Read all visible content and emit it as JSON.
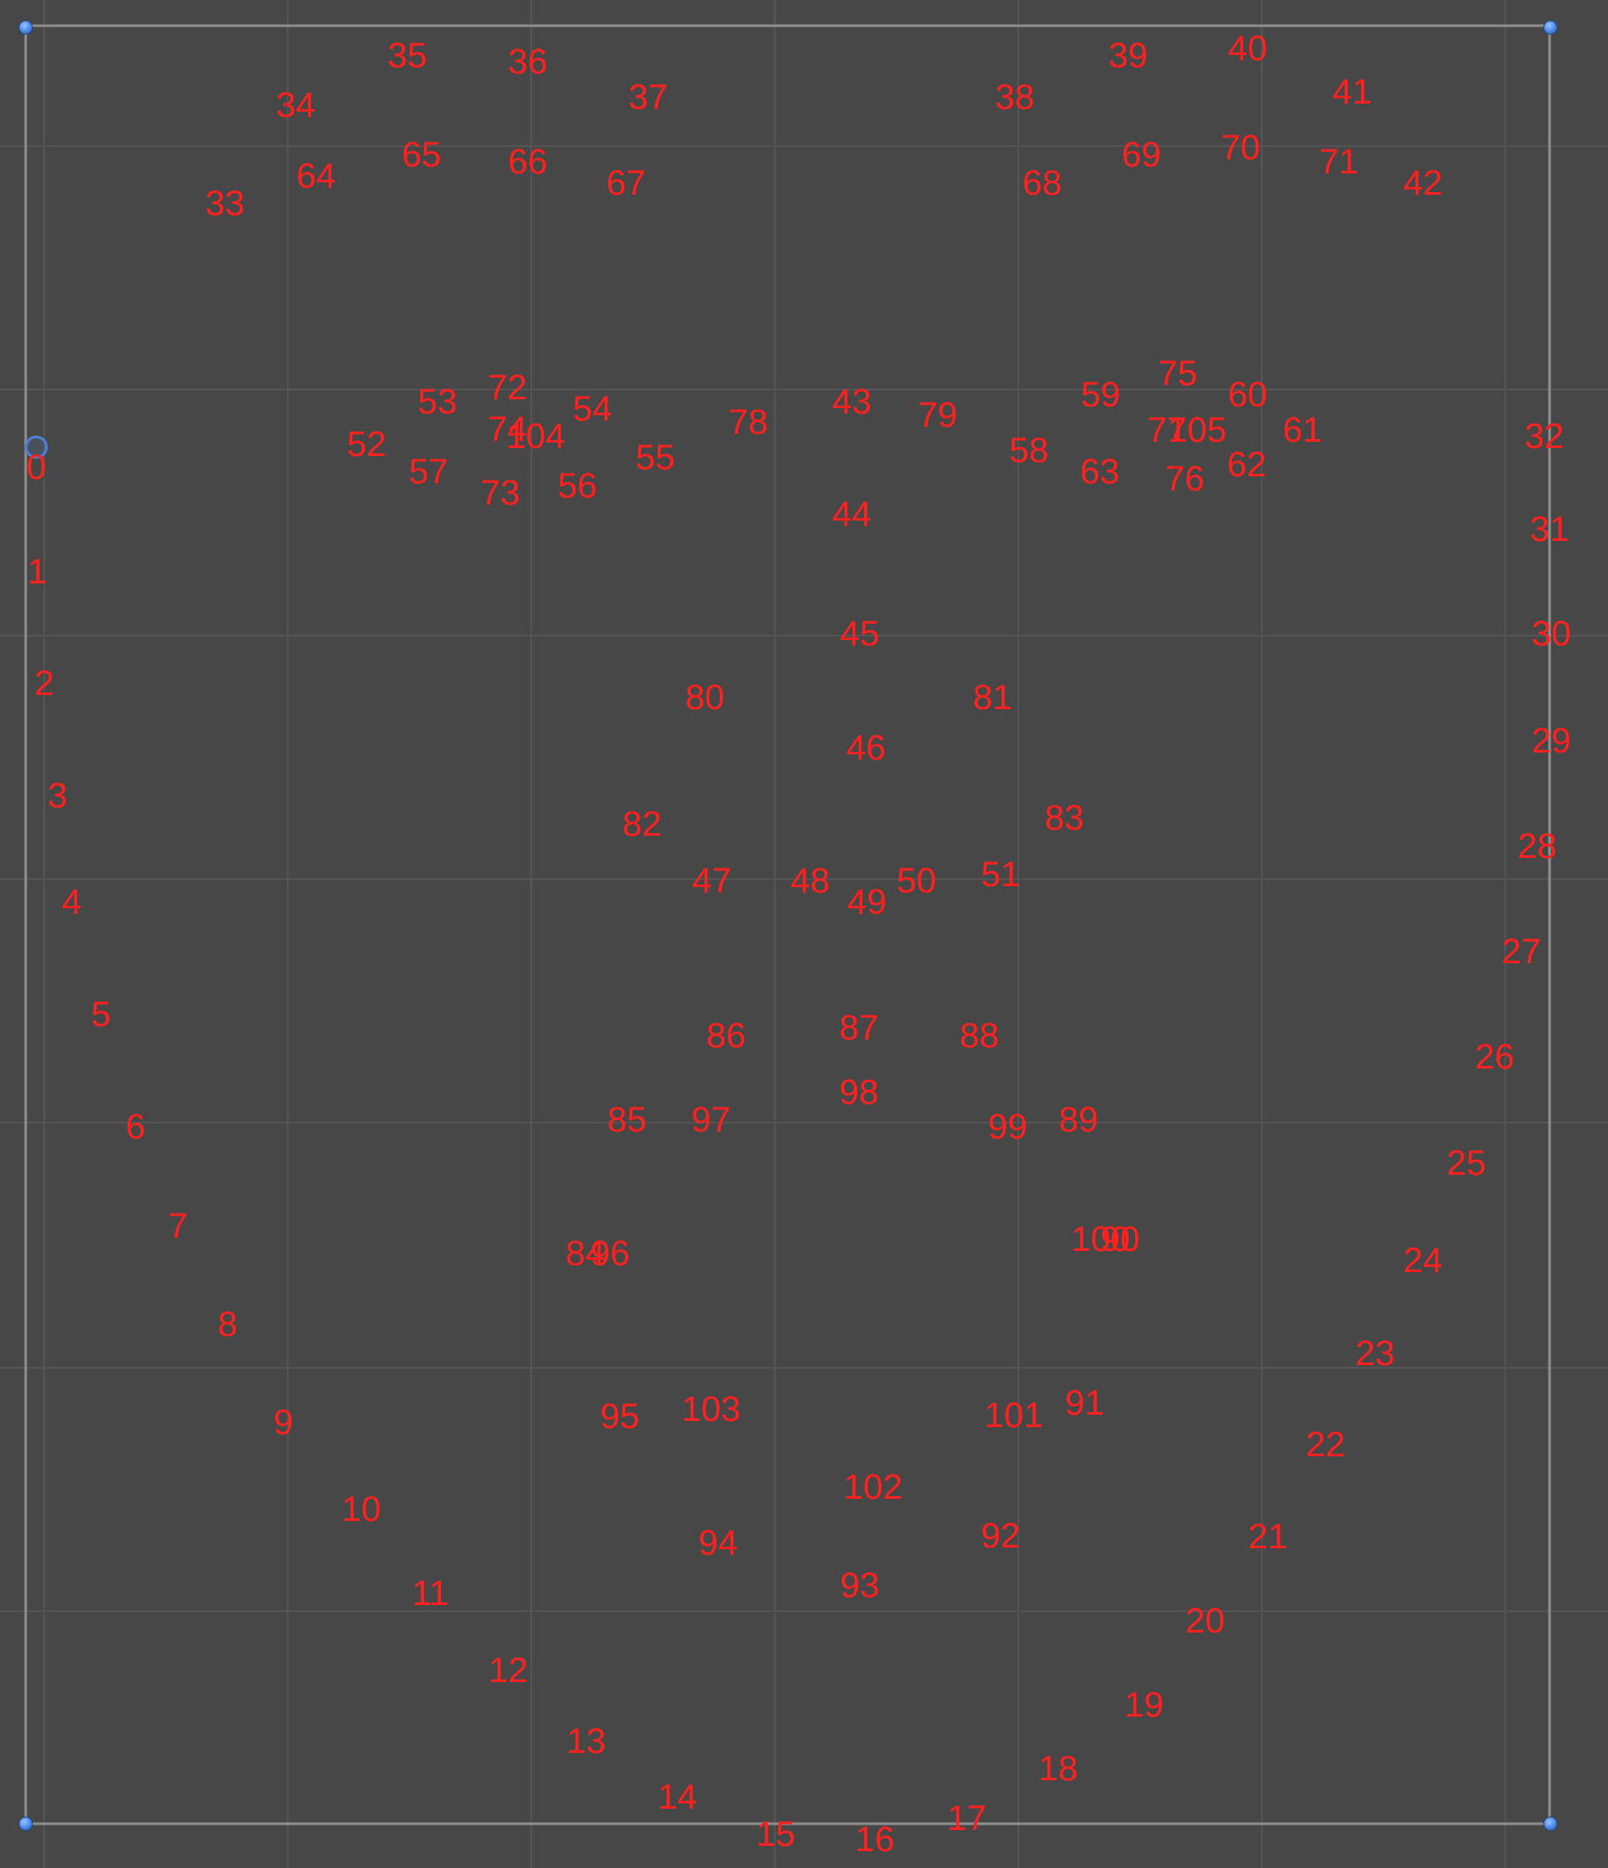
{
  "landmark_color": "#ff2020",
  "landmark_labels": [
    "0",
    "1",
    "2",
    "3",
    "4",
    "5",
    "6",
    "7",
    "8",
    "9",
    "10",
    "11",
    "12",
    "13",
    "14",
    "15",
    "16",
    "17",
    "18",
    "19",
    "20",
    "21",
    "22",
    "23",
    "24",
    "25",
    "26",
    "27",
    "28",
    "29",
    "30",
    "31",
    "32",
    "33",
    "34",
    "35",
    "36",
    "37",
    "38",
    "39",
    "40",
    "41",
    "42",
    "43",
    "44",
    "45",
    "46",
    "47",
    "48",
    "49",
    "50",
    "51",
    "52",
    "53",
    "54",
    "55",
    "56",
    "57",
    "58",
    "59",
    "60",
    "61",
    "62",
    "63",
    "64",
    "65",
    "66",
    "67",
    "68",
    "69",
    "70",
    "71",
    "72",
    "73",
    "74",
    "75",
    "76",
    "77",
    "78",
    "79",
    "80",
    "81",
    "82",
    "83",
    "84",
    "85",
    "86",
    "87",
    "88",
    "89",
    "90",
    "91",
    "92",
    "93",
    "94",
    "95",
    "96",
    "97",
    "98",
    "99",
    "100",
    "101",
    "102",
    "103",
    "104",
    "105"
  ],
  "handle_icons": [
    "resize-handle-icon",
    "resize-handle-icon",
    "resize-handle-icon",
    "resize-handle-icon"
  ],
  "pivot_icon": "pivot-icon"
}
